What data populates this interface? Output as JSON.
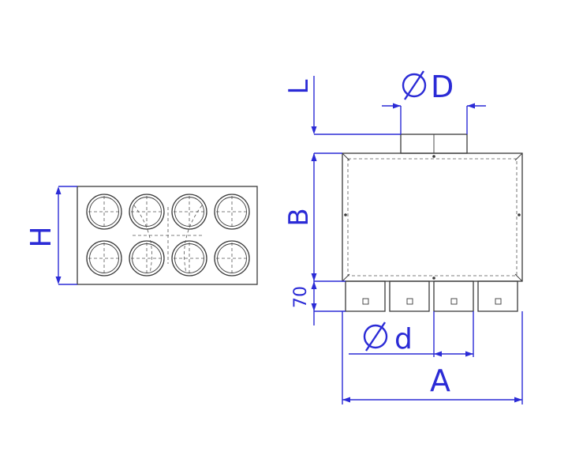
{
  "labels": {
    "H": "H",
    "L": "L",
    "D": "D",
    "B": "B",
    "70": "70",
    "d": "d",
    "A": "A"
  },
  "colors": {
    "dimension": "#2b2bd6",
    "outline": "#3a3a3a"
  },
  "icons": {
    "diameter": "diameter-icon"
  }
}
